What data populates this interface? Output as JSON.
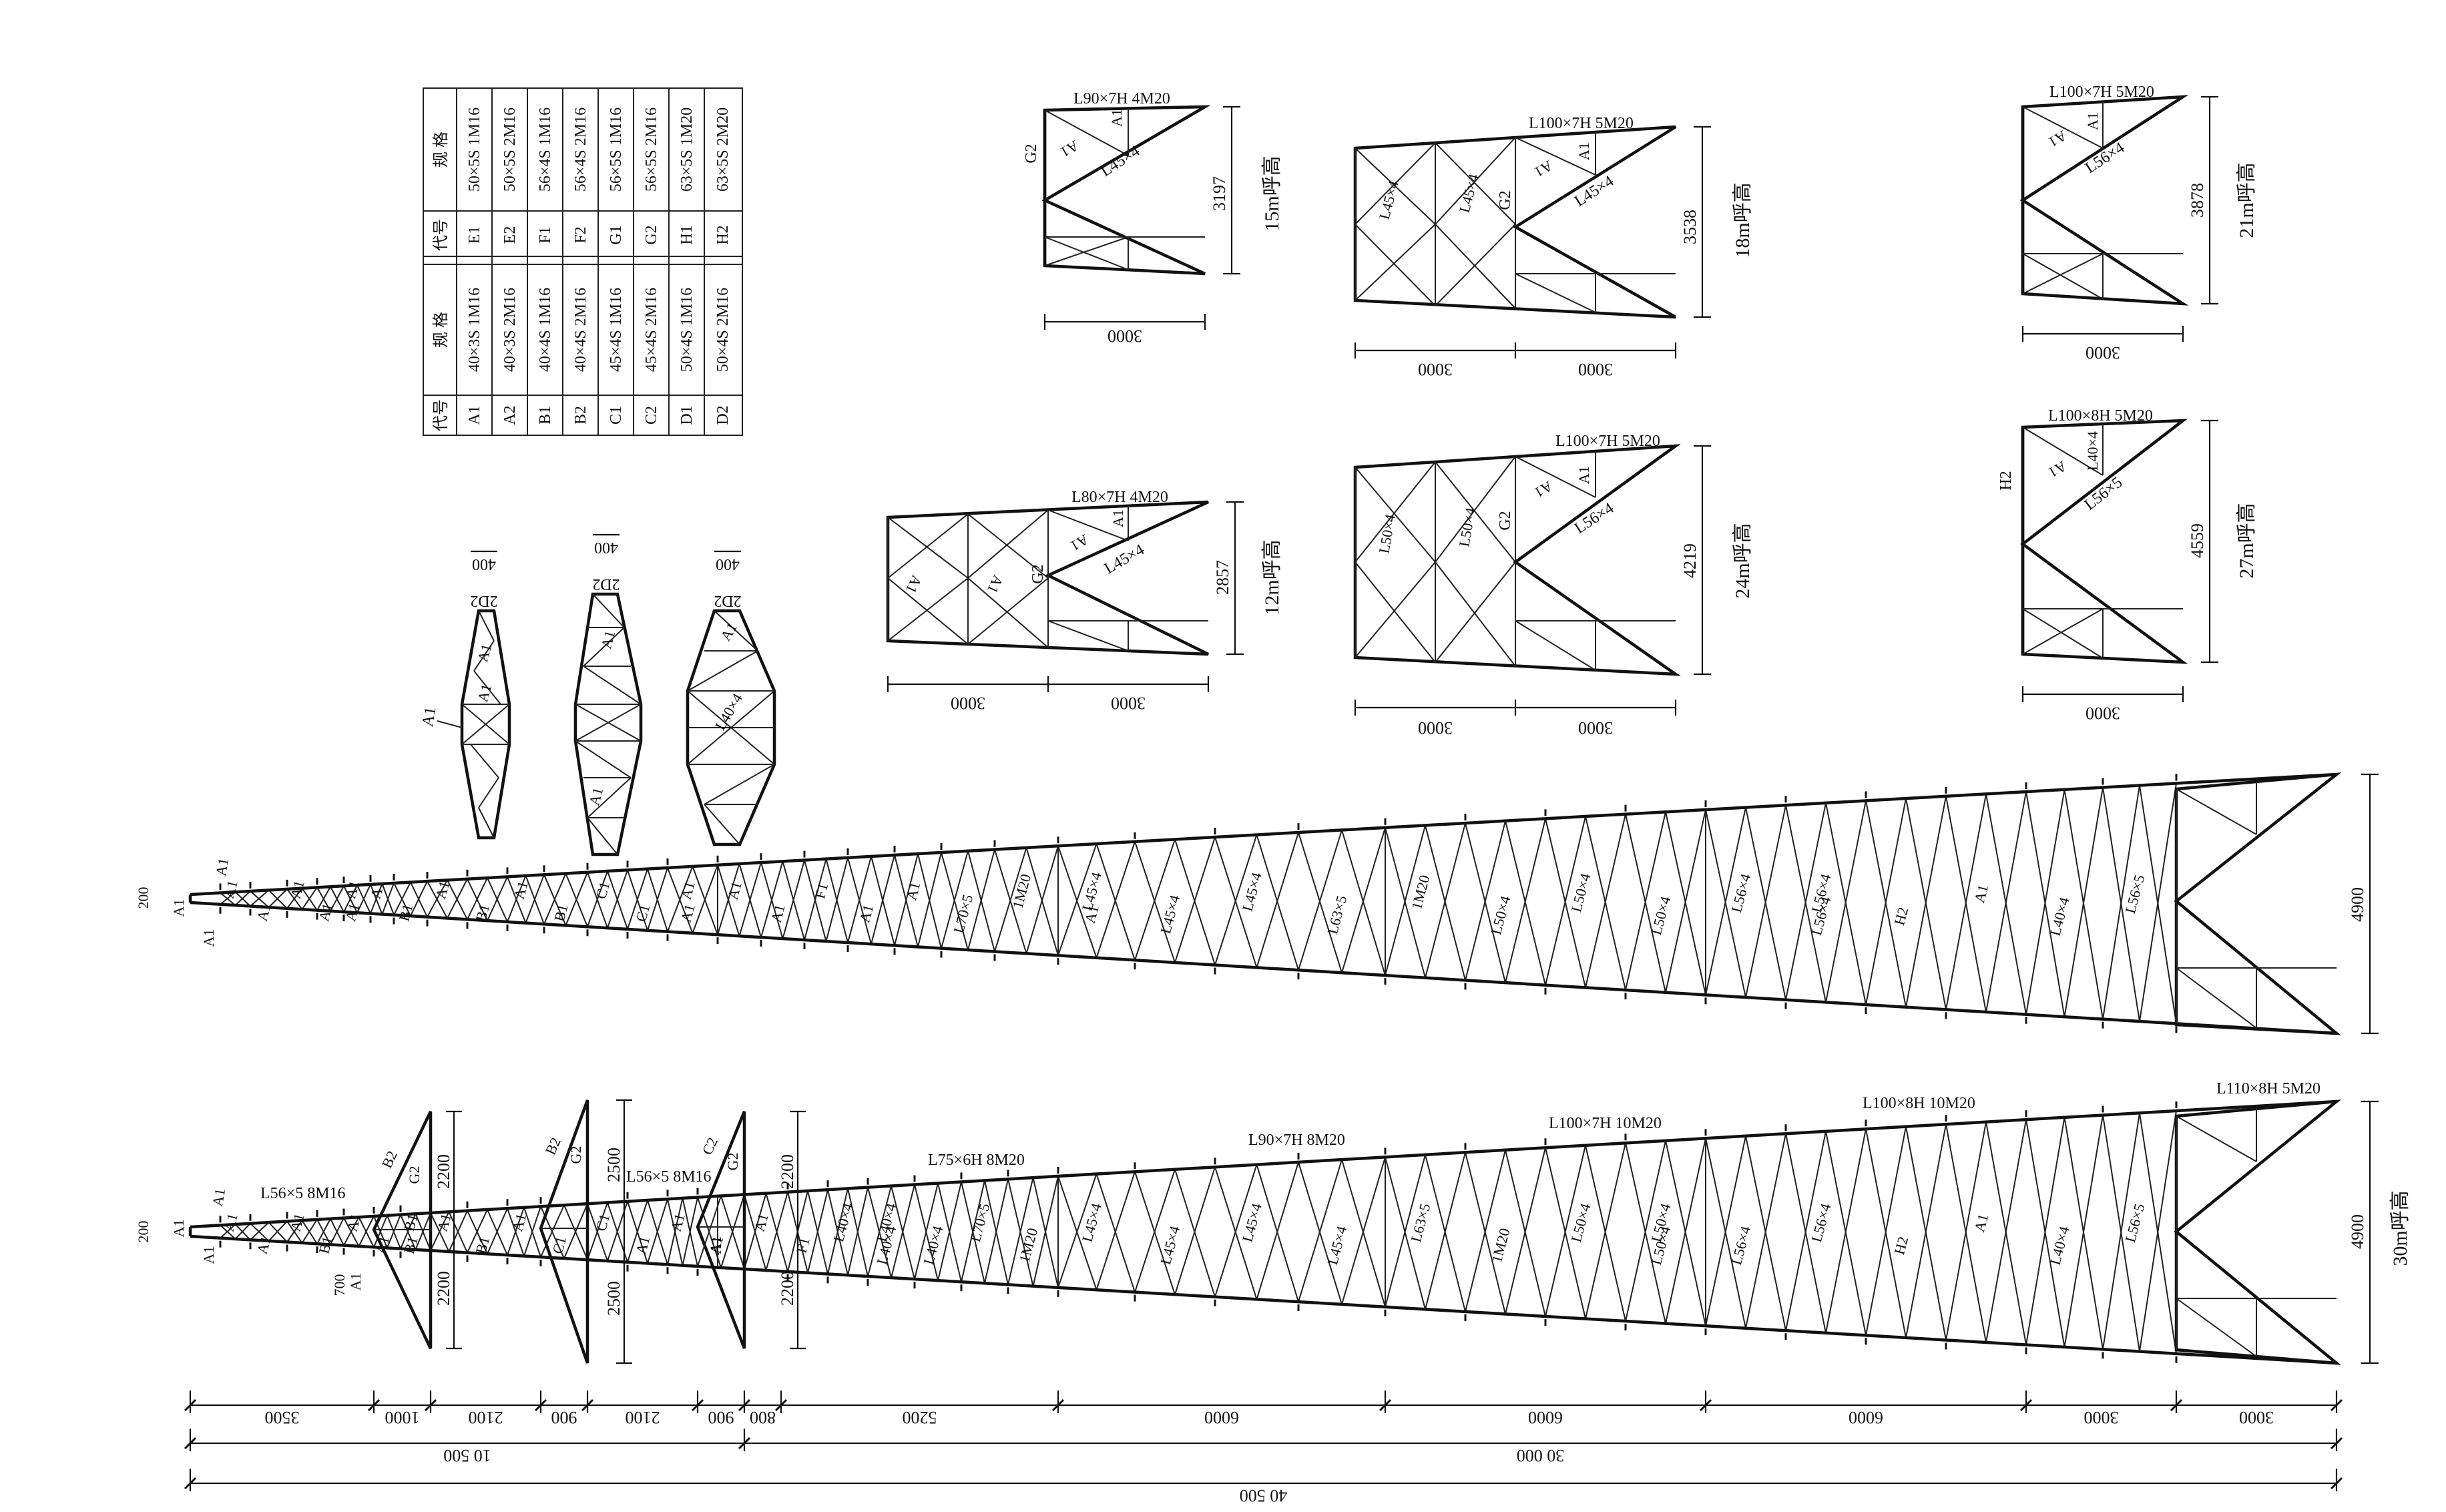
{
  "spec_table": {
    "header_code": "代号",
    "header_spec": "规 格",
    "rows_left": [
      {
        "code": "A1",
        "spec": "40×3S 1M16"
      },
      {
        "code": "A2",
        "spec": "40×3S 2M16"
      },
      {
        "code": "B1",
        "spec": "40×4S 1M16"
      },
      {
        "code": "B2",
        "spec": "40×4S 2M16"
      },
      {
        "code": "C1",
        "spec": "45×4S 1M16"
      },
      {
        "code": "C2",
        "spec": "45×4S 2M16"
      },
      {
        "code": "D1",
        "spec": "50×4S 1M16"
      },
      {
        "code": "D2",
        "spec": "50×4S 2M16"
      }
    ],
    "rows_right": [
      {
        "code": "E1",
        "spec": "50×5S 1M16"
      },
      {
        "code": "E2",
        "spec": "50×5S 2M16"
      },
      {
        "code": "F1",
        "spec": "56×4S 1M16"
      },
      {
        "code": "F2",
        "spec": "56×4S 2M16"
      },
      {
        "code": "G1",
        "spec": "56×5S 1M16"
      },
      {
        "code": "G2",
        "spec": "56×5S 2M16"
      },
      {
        "code": "H1",
        "spec": "63×5S 1M20"
      },
      {
        "code": "H2",
        "spec": "63×5S 2M20"
      }
    ]
  },
  "sections": {
    "s1": {
      "label": "2D2",
      "width": "400",
      "member_a": "A1",
      "member_b": "A1"
    },
    "s2": {
      "label": "2D2",
      "width": "400",
      "member_a": "A1",
      "member_b": "A1"
    },
    "s3": {
      "label": "2D2",
      "width": "400",
      "member_a": "A1",
      "member_b": "L40×4"
    },
    "side_label": "A1"
  },
  "heads": {
    "h15": {
      "title": "15m呼高",
      "chord": "L90×7H 4M20",
      "diag": "L45×4",
      "col": "G2",
      "a1": "A1",
      "a2": "A1",
      "height": "3197",
      "width": "3000"
    },
    "h18": {
      "title": "18m呼高",
      "chord": "L100×7H 5M20",
      "diag": "L45×4",
      "col": "G2",
      "b1": "L45×4",
      "b2": "L45×4",
      "a1": "A1",
      "a2": "A1",
      "height": "3538",
      "w1": "3000",
      "w2": "3000"
    },
    "h21": {
      "title": "21m呼高",
      "chord": "L100×7H 5M20",
      "diag": "L56×4",
      "a1": "A1",
      "a2": "A1",
      "height": "3878",
      "width": "3000"
    },
    "h12": {
      "title": "12m呼高",
      "chord": "L80×7H 4M20",
      "diag": "L45×4",
      "col": "G2",
      "b1": "A1",
      "b2": "A1",
      "a1": "A1",
      "a2": "A1",
      "height": "2857",
      "w1": "3000",
      "w2": "3000"
    },
    "h24": {
      "title": "24m呼高",
      "chord": "L100×7H 5M20",
      "diag": "L56×4",
      "col": "G2",
      "b1": "L50×4",
      "b2": "L50×4",
      "a1": "A1",
      "a2": "A1",
      "height": "4219",
      "w1": "3000",
      "w2": "3000"
    },
    "h27": {
      "title": "27m呼高",
      "chord": "L100×8H 5M20",
      "diag": "L56×5",
      "col": "H2",
      "a1": "L40×4",
      "a2": "A1",
      "height": "4559",
      "width": "3000"
    }
  },
  "upper_boom": {
    "tip": "200",
    "tip_a": "A1",
    "tip_b": "A1",
    "tip_c": "A1",
    "height": "4900",
    "labels": [
      "A1",
      "A1",
      "A1",
      "A1",
      "A1",
      "A1",
      "A1",
      "B1",
      "A1",
      "B1",
      "A1",
      "B1",
      "C1",
      "C1",
      "A1",
      "A1",
      "A1",
      "A1",
      "F1",
      "A1",
      "A1",
      "L70×5",
      "1M20",
      "A1",
      "L45×4",
      "L45×4",
      "L45×4",
      "L63×5",
      "1M20",
      "L50×4",
      "L50×4",
      "L50×4",
      "L56×4",
      "L56×4",
      "L56×4",
      "H2",
      "A1",
      "L40×4",
      "L56×5"
    ]
  },
  "lower_boom": {
    "tip": "200",
    "tip_a": "A1",
    "tip_b": "A1",
    "tip_c": "A1",
    "title": "30m呼高",
    "height": "4900",
    "chords": [
      "L56×5 8M16",
      "L56×5 8M16",
      "L75×6H 8M20",
      "L90×7H 8M20",
      "L100×7H 10M20",
      "L100×8H 10M20",
      "L110×8H 5M20"
    ],
    "arm_dims": [
      "2200",
      "2200",
      "2500",
      "2500",
      "2200",
      "2200",
      "700"
    ],
    "arm_labels": [
      "B2",
      "G2",
      "A1",
      "B2",
      "G2",
      "C2",
      "G2",
      "A1"
    ],
    "labels": [
      "A1",
      "A1",
      "A1",
      "B1",
      "A1",
      "A1",
      "B1",
      "B1",
      "A1",
      "B1",
      "A1",
      "C1",
      "C1",
      "A1",
      "A1",
      "A1",
      "A1",
      "F1",
      "L40×4",
      "L40×4",
      "L40×4",
      "L40×4",
      "L70×5",
      "1M20",
      "L45×4",
      "L45×4",
      "L45×4",
      "L45×4",
      "L63×5",
      "1M20",
      "L50×4",
      "L50×4",
      "L50×4",
      "L56×4",
      "L56×4",
      "H2",
      "A1",
      "L40×4",
      "L56×5"
    ]
  },
  "bottom_dims": {
    "row1": [
      "3500",
      "1000",
      "2100",
      "900",
      "2100",
      "900",
      "800",
      "5200",
      "6000",
      "6000",
      "6000",
      "3000",
      "3000"
    ],
    "row2": [
      "10 500",
      "30 000"
    ],
    "row3": [
      "40 500"
    ]
  }
}
